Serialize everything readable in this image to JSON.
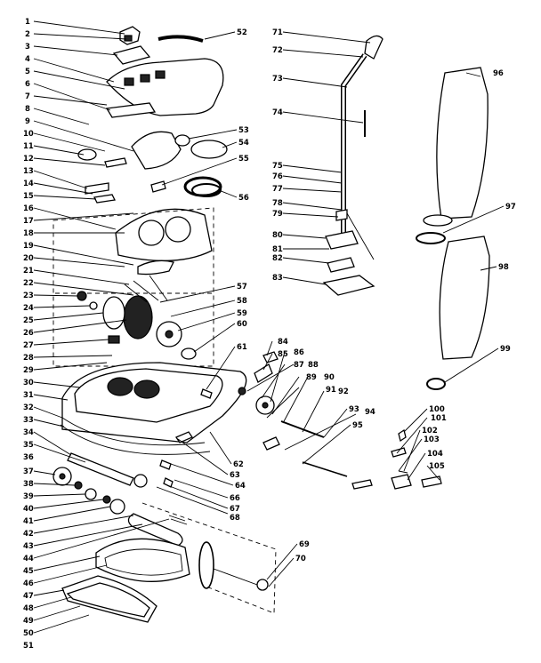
{
  "callouts": {
    "left": [
      "1",
      "2",
      "3",
      "4",
      "5",
      "6",
      "7",
      "8",
      "9",
      "10",
      "11",
      "12",
      "13",
      "14",
      "15",
      "16",
      "17",
      "18",
      "19",
      "20",
      "21",
      "22",
      "23",
      "24",
      "25",
      "26",
      "27",
      "28",
      "29",
      "30",
      "31",
      "32",
      "33",
      "34",
      "35",
      "36",
      "37",
      "38",
      "39",
      "40",
      "41",
      "42",
      "43",
      "44",
      "45",
      "46",
      "47",
      "48",
      "49",
      "50",
      "51"
    ],
    "center": [
      "52",
      "53",
      "54",
      "55",
      "56",
      "57",
      "58",
      "59",
      "60",
      "61",
      "62",
      "63",
      "64",
      "66",
      "67",
      "68",
      "69",
      "70"
    ],
    "handle": [
      "71",
      "72",
      "73",
      "74",
      "75",
      "76",
      "77",
      "78",
      "79",
      "80",
      "81",
      "82",
      "83"
    ],
    "pedal": [
      "84",
      "85",
      "86",
      "87",
      "88",
      "89",
      "90",
      "91",
      "92",
      "93",
      "94",
      "95"
    ],
    "bags": [
      "96",
      "97",
      "98",
      "99"
    ],
    "hardware": [
      "100",
      "101",
      "102",
      "103",
      "104",
      "105"
    ]
  }
}
